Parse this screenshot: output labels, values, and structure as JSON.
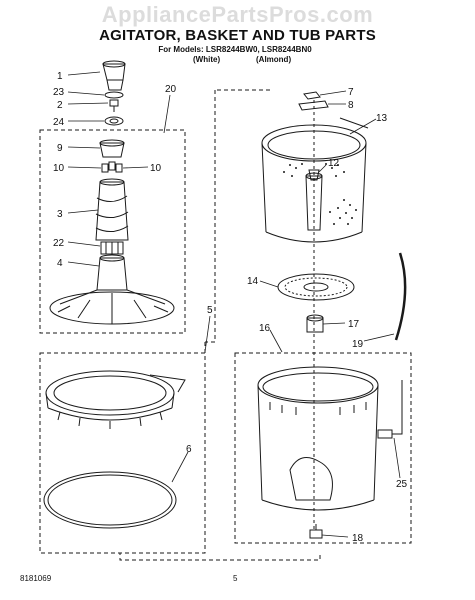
{
  "page": {
    "watermark": "AppliancePartsPros.com",
    "title": "AGITATOR, BASKET AND TUB PARTS",
    "models_line": "For Models: LSR8244BW0, LSR8244BN0",
    "colors": [
      "(White)",
      "(Almond)"
    ],
    "footer_code": "8181069",
    "page_number": "5"
  },
  "diagram": {
    "callouts": [
      "1",
      "23",
      "2",
      "24",
      "20",
      "9",
      "10",
      "10",
      "3",
      "22",
      "4",
      "5",
      "6",
      "7",
      "8",
      "13",
      "12",
      "14",
      "17",
      "16",
      "19",
      "25",
      "18"
    ],
    "line_color": "#1a1a1a"
  }
}
